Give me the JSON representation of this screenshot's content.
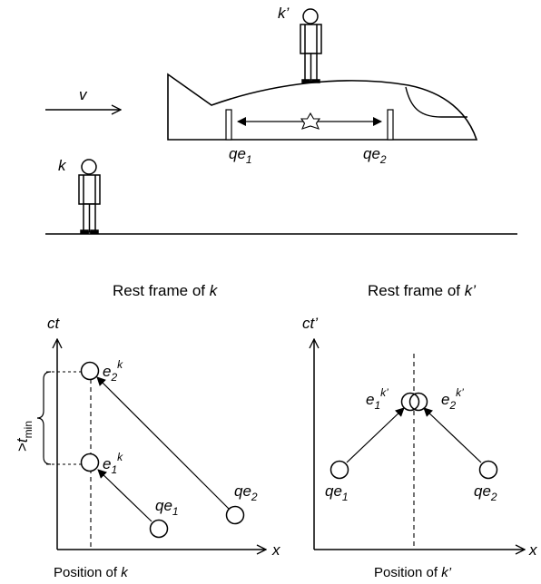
{
  "scene": {
    "velocity_label": "v",
    "observer_moving": "k’",
    "observer_ground": "k",
    "emitter_left": {
      "base": "qe",
      "sub": "1"
    },
    "emitter_right": {
      "base": "qe",
      "sub": "2"
    }
  },
  "panel_left": {
    "title_prefix": "Rest frame of ",
    "title_frame": "k",
    "y_axis": "ct",
    "x_axis": "x",
    "bottom_prefix": "Position of ",
    "bottom_frame": "k",
    "interval": {
      "prefix": ">",
      "base": "t",
      "sub": "min"
    },
    "event_top": {
      "base": "e",
      "sub": "2",
      "sup": "k"
    },
    "event_bottom": {
      "base": "e",
      "sub": "1",
      "sup": "k"
    },
    "emitter_1": {
      "base": "qe",
      "sub": "1"
    },
    "emitter_2": {
      "base": "qe",
      "sub": "2"
    }
  },
  "panel_right": {
    "title_prefix": "Rest frame of ",
    "title_frame": "k’",
    "y_axis": "ct’",
    "x_axis": "x",
    "bottom_prefix": "Position of ",
    "bottom_frame": "k’",
    "event_left": {
      "base": "e",
      "sub": "1",
      "sup": "k’"
    },
    "event_right": {
      "base": "e",
      "sub": "2",
      "sup": "k’"
    },
    "emitter_1": {
      "base": "qe",
      "sub": "1"
    },
    "emitter_2": {
      "base": "qe",
      "sub": "2"
    }
  }
}
